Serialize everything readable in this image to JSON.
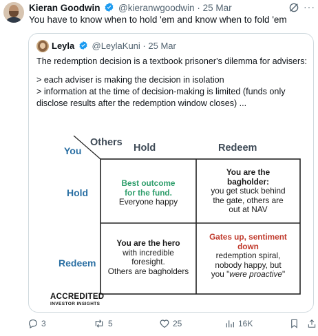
{
  "tweet": {
    "author_name": "Kieran Goodwin",
    "author_handle": "@kieranwgoodwin",
    "separator": "·",
    "date": "25 Mar",
    "text": "You have to know when to hold 'em and know when to fold 'em"
  },
  "quote": {
    "author_name": "Leyla",
    "author_handle": "@LeylaKuni",
    "separator": "·",
    "date": "25 Mar",
    "paragraphs": [
      "The redemption decision is a textbook prisoner's dilemma for advisers:",
      "> each adviser is making the decision in isolation",
      "> information at the time of decision-making is limited (funds only",
      "disclose results after the redemption window closes) ..."
    ]
  },
  "matrix": {
    "corner_others": "Others",
    "corner_you": "You",
    "col_hold": "Hold",
    "col_redeem": "Redeem",
    "row_hold": "Hold",
    "row_redeem": "Redeem",
    "cell_hold_hold": {
      "title_line1": "Best outcome",
      "title_line2": "for the fund.",
      "body_line1": "Everyone happy"
    },
    "cell_hold_redeem": {
      "title_line1": "You are the",
      "title_line2": "bagholder:",
      "body_line1": "you get stuck behind",
      "body_line2": "the gate, others are",
      "body_line3": "out at NAV"
    },
    "cell_redeem_hold": {
      "title_line1": "You are the hero",
      "body_line1": "with incredible",
      "body_line2": "foresight.",
      "body_line3": "Others are bagholders"
    },
    "cell_redeem_redeem": {
      "title_line1": "Gates up, sentiment",
      "title_line2": "down",
      "body_line1": "redemption spiral,",
      "body_line2": "nobody happy, but",
      "body_line3_prefix": "you \"",
      "body_line3_em": "were proactive",
      "body_line3_suffix": "\""
    },
    "brand_main": "ACCREDITED",
    "brand_sub": "INVESTOR INSIGHTS"
  },
  "actions": {
    "replies": "3",
    "reposts": "5",
    "likes": "25",
    "views": "16K"
  },
  "colors": {
    "verified": "#1d9bf0",
    "green": "#2e9e6b",
    "red": "#c0392b",
    "row_label": "#2a6fa3"
  }
}
